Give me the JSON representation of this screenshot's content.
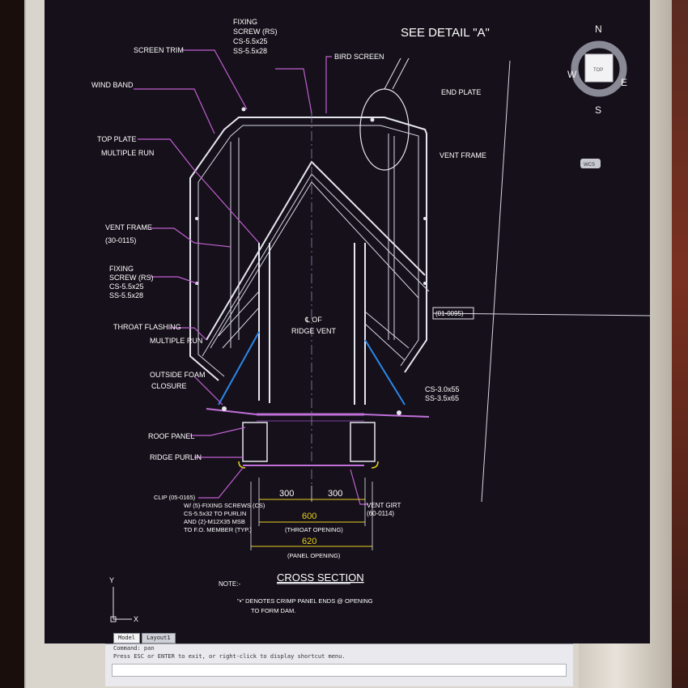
{
  "drawing": {
    "detail_ref": "SEE DETAIL \"A\"",
    "labels_left": {
      "screen_trim": "SCREEN TRIM",
      "wind_band": "WIND BAND",
      "top_plate": "TOP PLATE",
      "top_plate_sub": "MULTIPLE RUN",
      "vent_frame": "VENT FRAME",
      "vent_frame_code": "(30-0115)",
      "fixing_screw_1": "FIXING",
      "fixing_screw_2": "SCREW (RS)",
      "fixing_screw_3": "CS-5.5x25",
      "fixing_screw_4": "SS-5.5x28",
      "throat_flashing": "THROAT FLASHING",
      "throat_flashing_sub": "MULTIPLE RUN",
      "outside_foam": "OUTSIDE FOAM",
      "outside_foam_sub": "CLOSURE",
      "roof_panel": "ROOF PANEL",
      "ridge_purlin": "RIDGE PURLIN",
      "clip_1": "CLIP (05-0165)",
      "clip_2": "W/ (5)-FIXING SCREWS (CS)",
      "clip_3": "CS-5.5x32 TO PURLIN",
      "clip_4": "AND (2)-M12X35 MSB",
      "clip_5": "TO F.O. MEMBER (TYP.)"
    },
    "labels_top": {
      "fixing_1": "FIXING",
      "fixing_2": "SCREW (RS)",
      "fixing_3": "CS-5.5x25",
      "fixing_4": "SS-5.5x28",
      "bird_screen": "BIRD SCREEN"
    },
    "labels_right": {
      "end_plate": "END PLATE",
      "vent_frame": "VENT FRAME",
      "tag": "(01-0095)",
      "cs": "CS-3.0x55",
      "ss": "SS-3.5x65",
      "vent_girt": "VENT GIRT",
      "vent_girt_code": "(60-0114)"
    },
    "center": {
      "cl": "℄ OF",
      "ridge_vent": "RIDGE VENT"
    },
    "dims": {
      "half_left": "300",
      "half_right": "300",
      "throat": "600",
      "throat_label": "(THROAT OPENING)",
      "panel": "620",
      "panel_label": "(PANEL OPENING)"
    },
    "title": "CROSS SECTION",
    "note_label": "NOTE:-",
    "note_1": "\"▪\" DENOTES CRIMP PANEL ENDS @ OPENING",
    "note_2": "TO FORM DAM."
  },
  "viewcube": {
    "n": "N",
    "s": "S",
    "e": "E",
    "w": "W",
    "top": "TOP",
    "wcs": "WCS"
  },
  "ucs": {
    "x": "X",
    "y": "Y"
  },
  "tabs": [
    "Model",
    "Layout1"
  ],
  "command": {
    "line1": "Command: pan",
    "line2": "Press ESC or ENTER to exit, or right-click to display shortcut menu."
  },
  "colors": {
    "background": "#15101a",
    "magenta": "#c060d0",
    "cyan": "#2a88e8",
    "yellow": "#e8d020"
  }
}
